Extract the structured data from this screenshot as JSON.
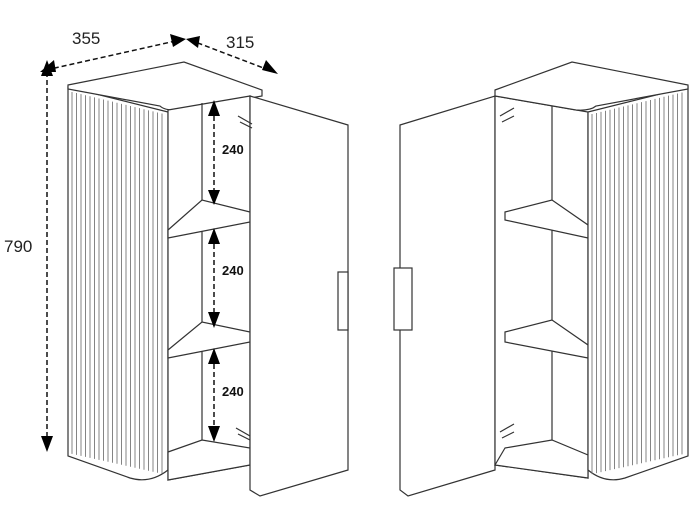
{
  "dimensions": {
    "width": "355",
    "depth": "315",
    "height": "790",
    "shelf_gap_1": "240",
    "shelf_gap_2": "240",
    "shelf_gap_3": "240"
  }
}
